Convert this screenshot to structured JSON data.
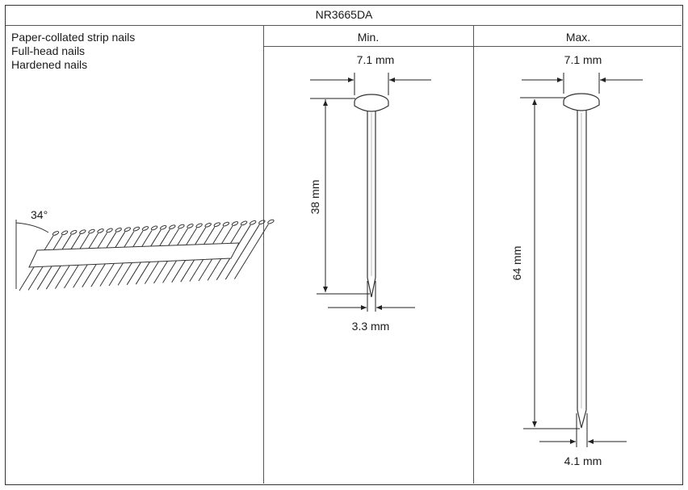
{
  "table": {
    "model": "NR3665DA",
    "description_lines": [
      "Paper-collated strip nails",
      "Full-head nails",
      "Hardened nails"
    ],
    "columns": {
      "min": "Min.",
      "max": "Max."
    },
    "angle_label": "34°"
  },
  "min_nail": {
    "head_diameter": "7.1 mm",
    "length": "38 mm",
    "shank_diameter": "3.3 mm"
  },
  "max_nail": {
    "head_diameter": "7.1 mm",
    "length": "64 mm",
    "shank_diameter": "4.1 mm"
  }
}
